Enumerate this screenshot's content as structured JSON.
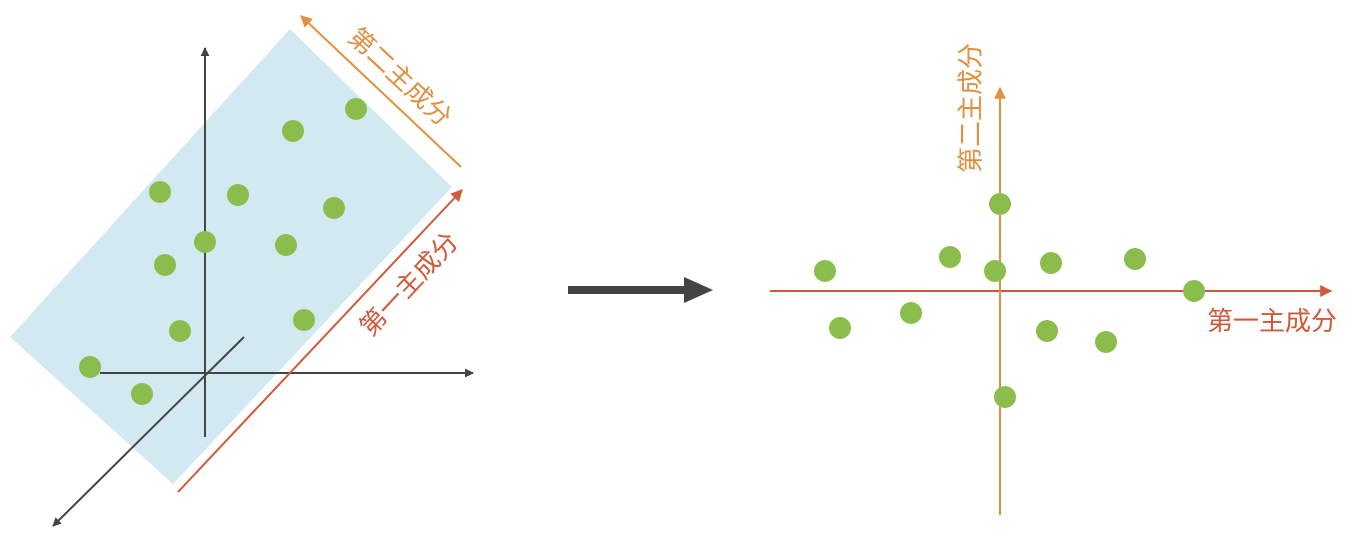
{
  "labels": {
    "pc1": "第一主成分",
    "pc2": "第二主成分"
  },
  "colors": {
    "plane": "#d3e9f2",
    "axis": "#444444",
    "pc1": "#cf5a3a",
    "pc2": "#e0913f",
    "point": "#8bbd4d",
    "arrow": "#444444"
  },
  "points_3d": [
    [
      90,
      367
    ],
    [
      142,
      394
    ],
    [
      180,
      331
    ],
    [
      165,
      265
    ],
    [
      160,
      192
    ],
    [
      205,
      242
    ],
    [
      238,
      195
    ],
    [
      286,
      245
    ],
    [
      334,
      208
    ],
    [
      304,
      320
    ],
    [
      293,
      131
    ],
    [
      356,
      109
    ]
  ],
  "points_2d": [
    [
      825,
      271
    ],
    [
      950,
      257
    ],
    [
      995,
      271
    ],
    [
      1051,
      263
    ],
    [
      1135,
      259
    ],
    [
      1194,
      291
    ],
    [
      840,
      328
    ],
    [
      911,
      313
    ],
    [
      1047,
      331
    ],
    [
      1106,
      342
    ],
    [
      1000,
      204
    ],
    [
      1005,
      397
    ]
  ]
}
